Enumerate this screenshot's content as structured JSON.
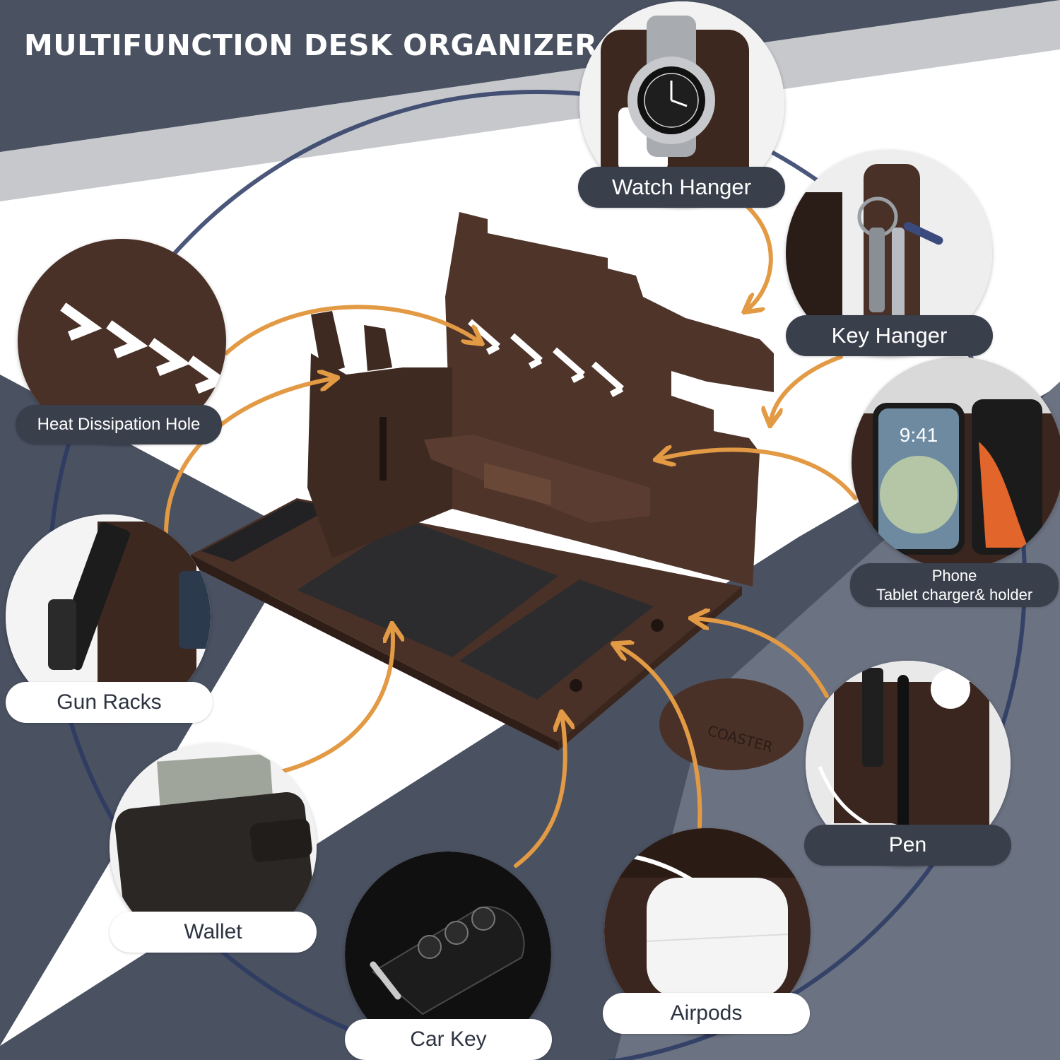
{
  "title": "MULTIFUNCTION DESK ORGANIZER",
  "coaster_text": "COASTER",
  "phone_time": "9:41",
  "colors": {
    "background_dark": "#4a5161",
    "background_light": "#ffffff",
    "wood": "#4a3127",
    "felt": "#2c2c2e",
    "arrow": "#e39a45",
    "pill_dark": "#3a3f4c",
    "pill_light": "#ffffff",
    "ring": "#2c3a63"
  },
  "features": [
    {
      "id": "watch-hanger",
      "lines": [
        "Watch Hanger"
      ],
      "icon": "watch-icon",
      "style": "dark"
    },
    {
      "id": "key-hanger",
      "lines": [
        "Key Hanger"
      ],
      "icon": "keys-icon",
      "style": "dark"
    },
    {
      "id": "heat-dissipation-hole",
      "lines": [
        "Heat Dissipation Hole"
      ],
      "icon": "vent-icon",
      "style": "dark"
    },
    {
      "id": "phone-tablet-holder",
      "lines": [
        "Phone",
        "Tablet charger& holder"
      ],
      "icon": "phone-icon",
      "style": "dark"
    },
    {
      "id": "gun-racks",
      "lines": [
        "Gun Racks"
      ],
      "icon": "gun-icon",
      "style": "light"
    },
    {
      "id": "pen",
      "lines": [
        "Pen"
      ],
      "icon": "pen-icon",
      "style": "dark"
    },
    {
      "id": "wallet",
      "lines": [
        "Wallet"
      ],
      "icon": "wallet-icon",
      "style": "light"
    },
    {
      "id": "airpods",
      "lines": [
        "Airpods"
      ],
      "icon": "airpods-icon",
      "style": "light"
    },
    {
      "id": "car-key",
      "lines": [
        "Car Key"
      ],
      "icon": "car-key-icon",
      "style": "light"
    }
  ]
}
